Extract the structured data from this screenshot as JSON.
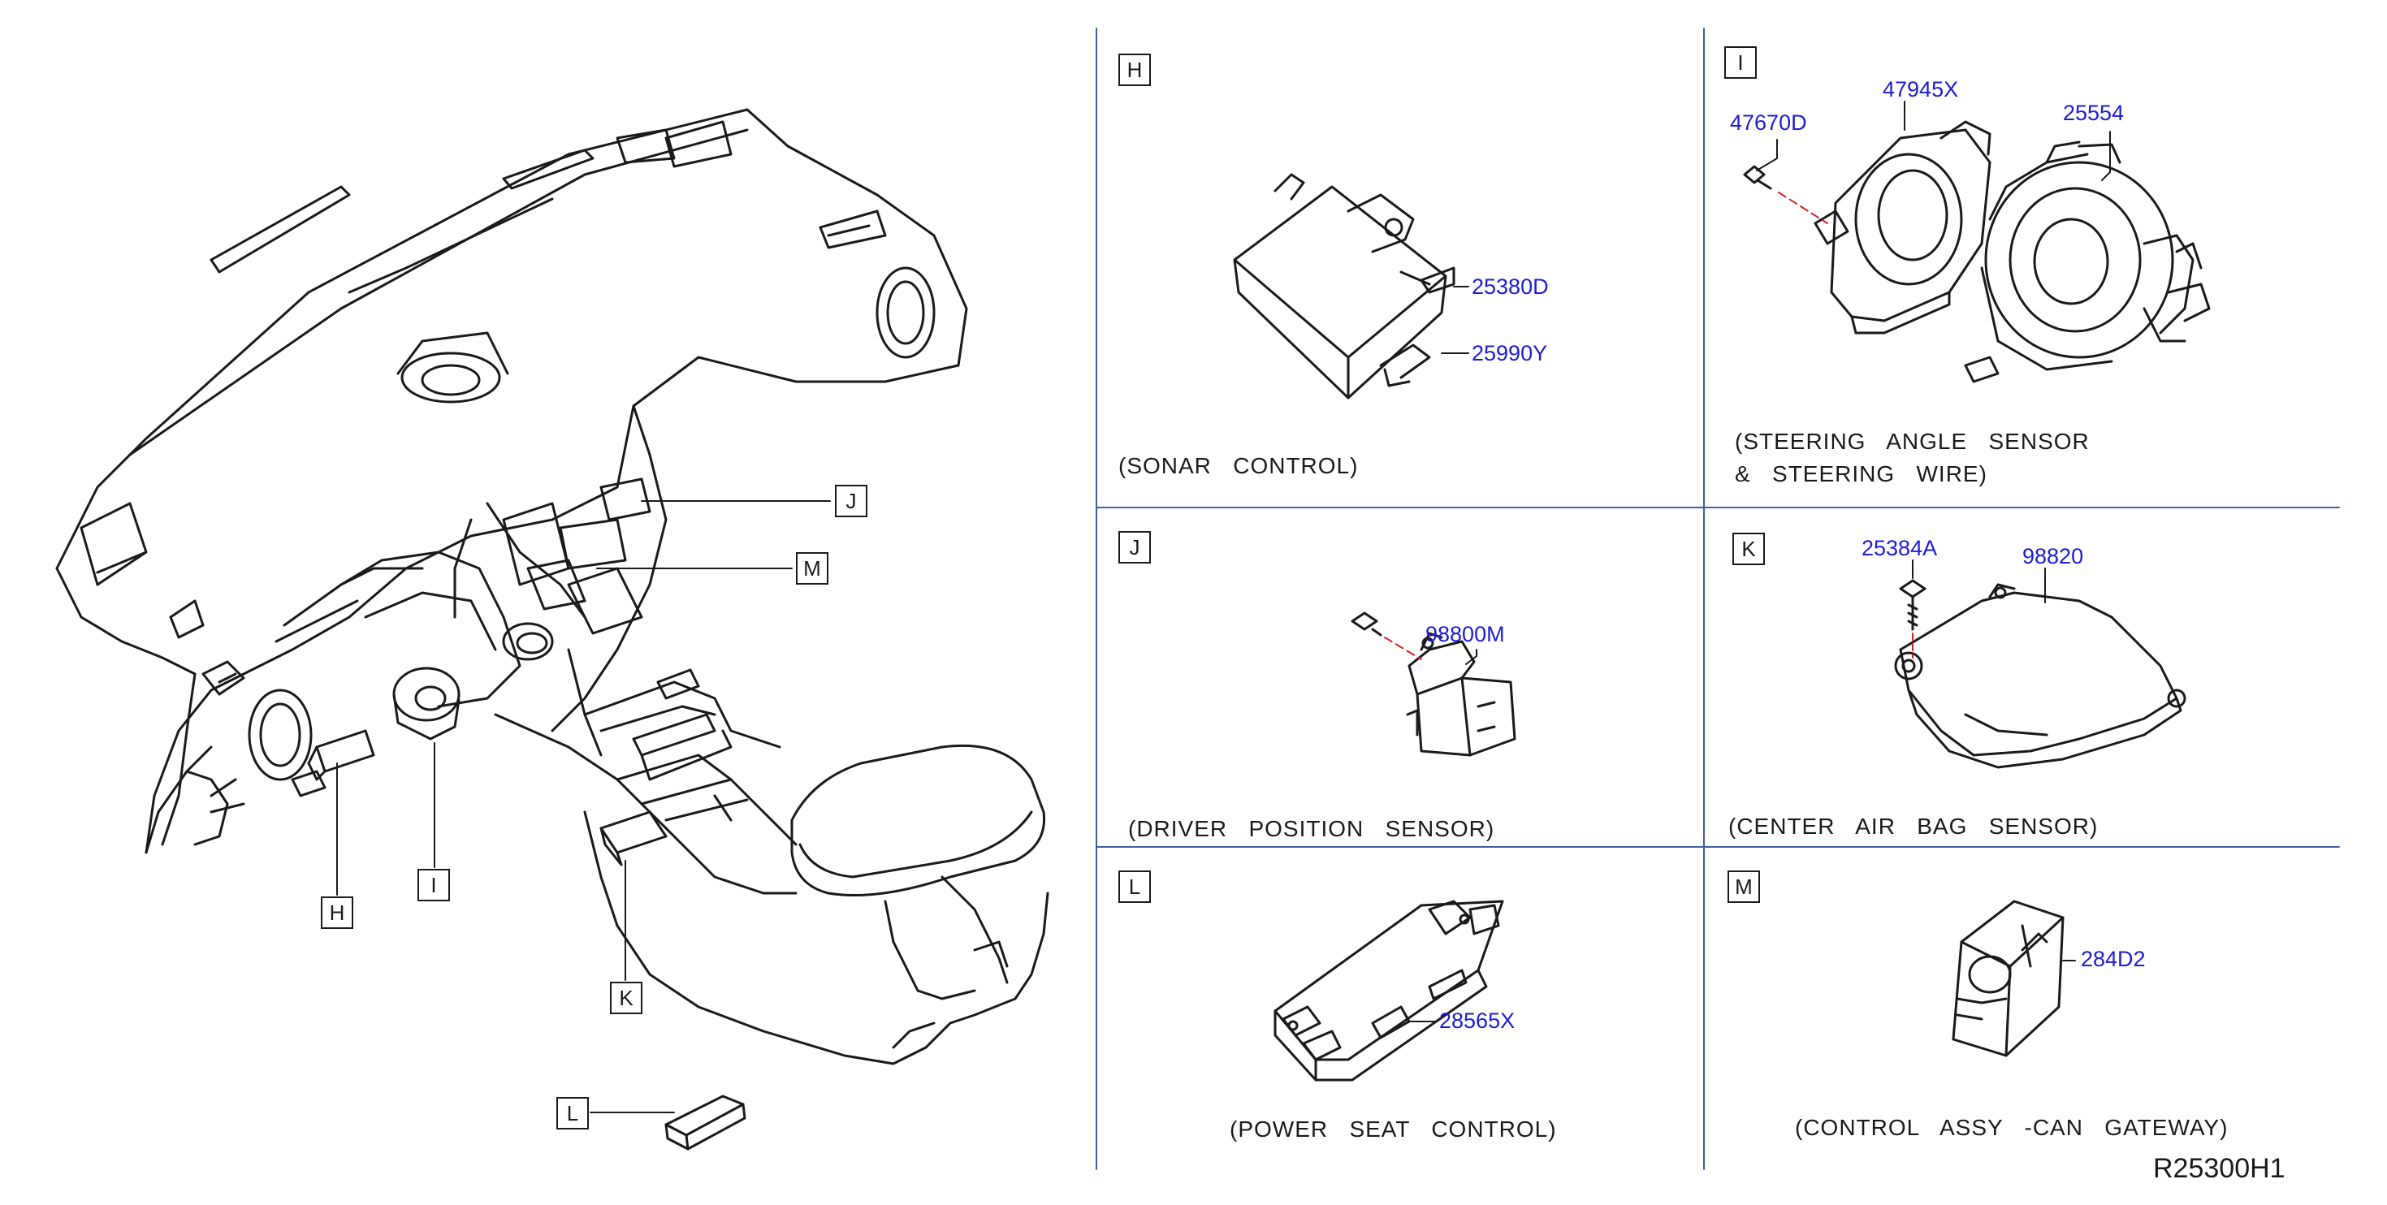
{
  "diagram_id": "R25300H1",
  "overview_callouts": [
    "H",
    "I",
    "J",
    "K",
    "L",
    "M"
  ],
  "panels": {
    "H": {
      "letter": "H",
      "caption": "(SONAR   CONTROL)",
      "parts": [
        "25380D",
        "25990Y"
      ]
    },
    "I": {
      "letter": "I",
      "caption_lines": [
        "(STEERING   ANGLE   SENSOR",
        "&   STEERING   WIRE)"
      ],
      "parts": [
        "47670D",
        "47945X",
        "25554"
      ]
    },
    "J": {
      "letter": "J",
      "caption": "(DRIVER   POSITION   SENSOR)",
      "parts": [
        "98800M"
      ]
    },
    "K": {
      "letter": "K",
      "caption": "(CENTER   AIR   BAG   SENSOR)",
      "parts": [
        "25384A",
        "98820"
      ]
    },
    "L": {
      "letter": "L",
      "caption": "(POWER   SEAT   CONTROL)",
      "parts": [
        "28565X"
      ]
    },
    "M": {
      "letter": "M",
      "caption": "(CONTROL   ASSY   -CAN   GATEWAY)",
      "parts": [
        "284D2"
      ]
    }
  },
  "colors": {
    "line": "#1a1a1a",
    "part_number": "#1c1cd6",
    "divider": "#3f5f9f",
    "dash": "#d42020"
  }
}
